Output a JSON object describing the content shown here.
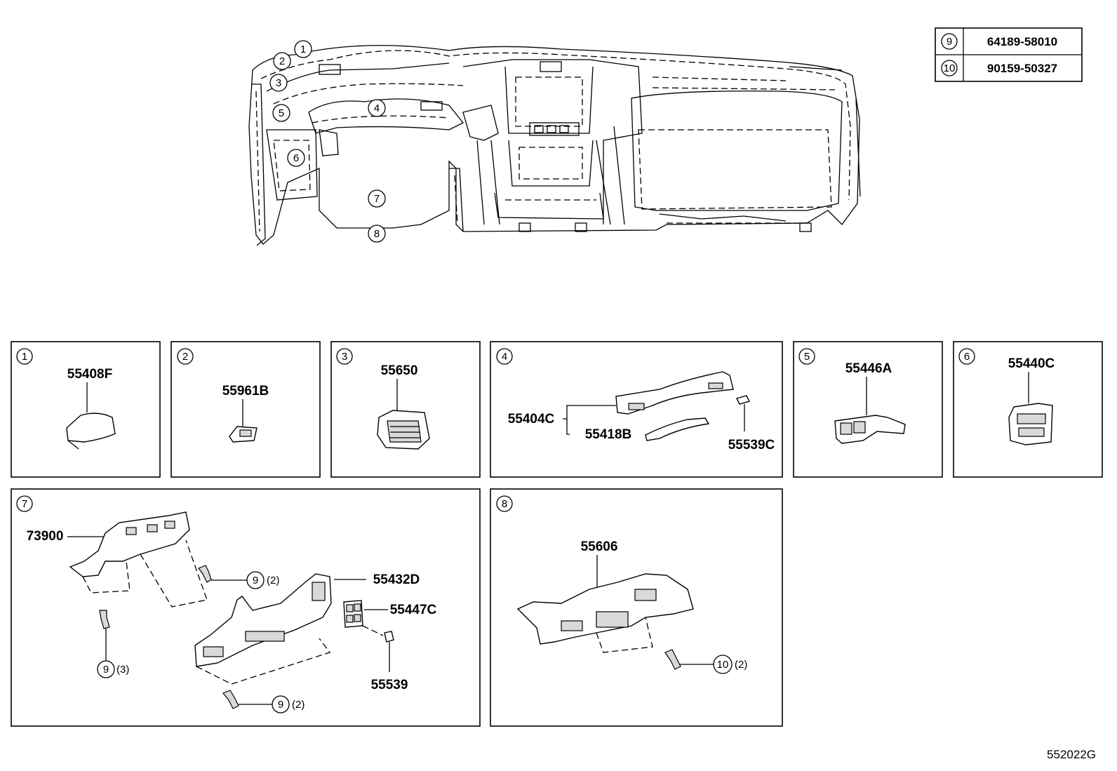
{
  "diagram_code": "552022G",
  "parts_table": [
    {
      "ref": "9",
      "part_number": "64189-58010"
    },
    {
      "ref": "10",
      "part_number": "90159-50327"
    }
  ],
  "overview_callouts": [
    "1",
    "2",
    "3",
    "4",
    "5",
    "6",
    "7",
    "8"
  ],
  "panels": [
    {
      "ref": "1",
      "parts": [
        "55408F"
      ]
    },
    {
      "ref": "2",
      "parts": [
        "55961B"
      ]
    },
    {
      "ref": "3",
      "parts": [
        "55650"
      ]
    },
    {
      "ref": "4",
      "parts": [
        "55404C",
        "55418B",
        "55539C"
      ]
    },
    {
      "ref": "5",
      "parts": [
        "55446A"
      ]
    },
    {
      "ref": "6",
      "parts": [
        "55440C"
      ]
    },
    {
      "ref": "7",
      "parts": [
        "73900",
        "55432D",
        "55447C",
        "55539"
      ],
      "fasteners": [
        {
          "ref": "9",
          "qty": "(2)"
        },
        {
          "ref": "9",
          "qty": "(3)"
        },
        {
          "ref": "9",
          "qty": "(2)"
        }
      ]
    },
    {
      "ref": "8",
      "parts": [
        "55606"
      ],
      "fasteners": [
        {
          "ref": "10",
          "qty": "(2)"
        }
      ]
    }
  ]
}
